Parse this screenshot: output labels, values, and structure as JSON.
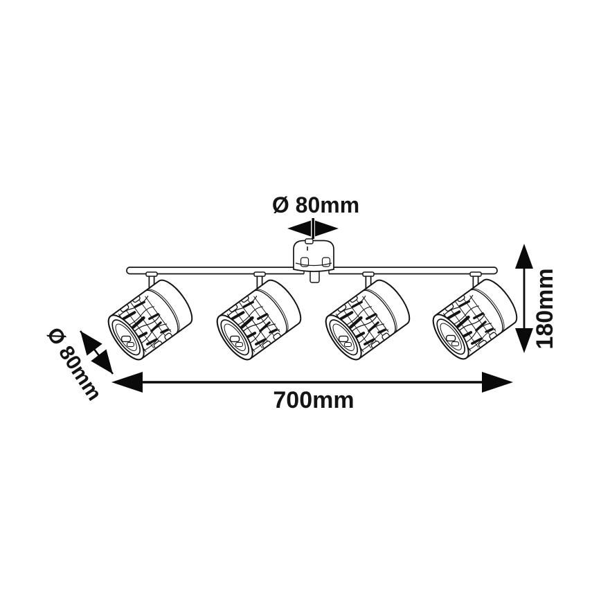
{
  "page": {
    "background_color": "#ffffff",
    "line_color": "#141414"
  },
  "diagram": {
    "type": "product-dimension-drawing",
    "subject": "ceiling mount bar with four cylindrical spotlights",
    "spot_count": "4",
    "dimensions": {
      "canopy_diameter": {
        "label": "Ø 80mm",
        "position": "top",
        "icon": "double-arrow-horizontal-icon"
      },
      "height": {
        "label": "180mm",
        "position": "right",
        "icon": "double-arrow-vertical-icon"
      },
      "shade_diameter": {
        "label": "Ø 80mm",
        "position": "left",
        "icon": "double-arrow-diagonal-icon"
      },
      "length": {
        "label": "700mm",
        "position": "bottom",
        "icon": "double-arrow-horizontal-icon"
      }
    }
  }
}
